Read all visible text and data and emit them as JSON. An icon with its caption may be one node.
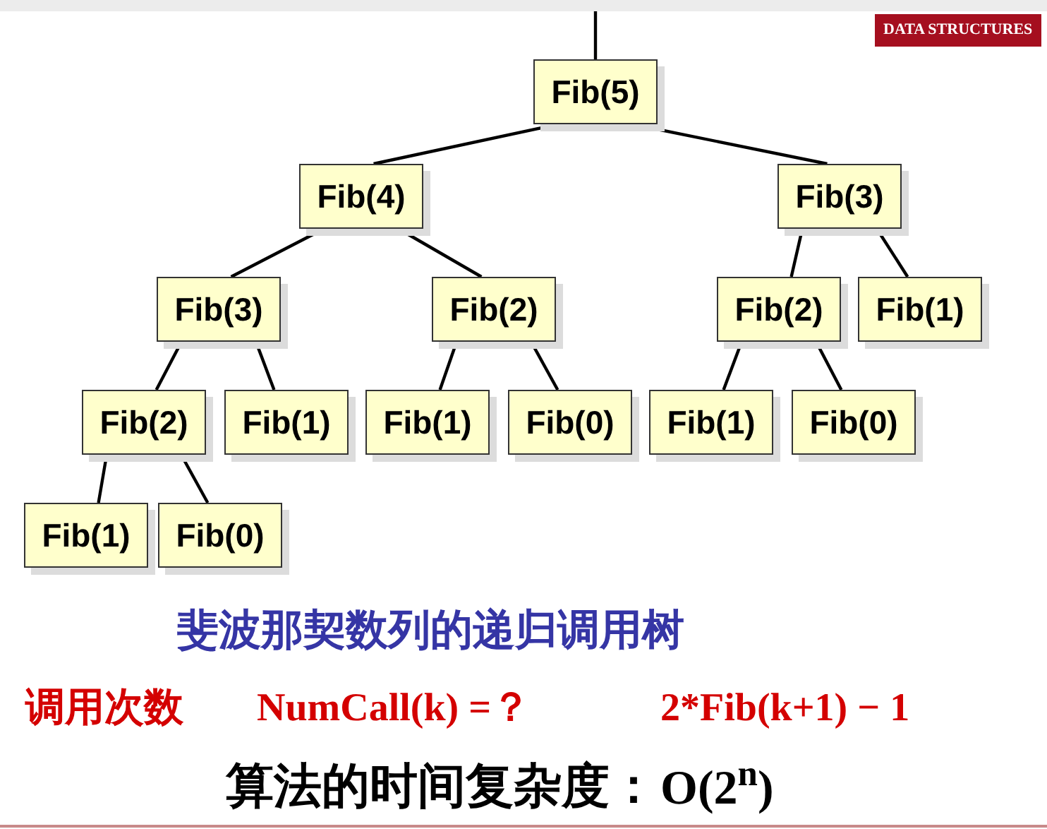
{
  "diagram": {
    "caption": "斐波那契数列的递归调用树",
    "nodes": [
      {
        "text": [
          "Fib(5)"
        ]
      },
      {
        "text": [
          "Fib(4)"
        ]
      },
      {
        "text": [
          "Fib(3)"
        ]
      },
      {
        "text": [
          "Fib(3)"
        ]
      },
      {
        "text": [
          "Fib(2)"
        ]
      },
      {
        "text": [
          "Fib(2)"
        ]
      },
      {
        "text": [
          "Fib(1)"
        ]
      },
      {
        "text": [
          "Fib(2)"
        ]
      },
      {
        "text": [
          "Fib(1)"
        ]
      },
      {
        "text": [
          "Fib(1)"
        ]
      },
      {
        "text": [
          "Fib(0)"
        ]
      },
      {
        "text": [
          "Fib(1)"
        ]
      },
      {
        "text": [
          "Fib(0)"
        ]
      },
      {
        "text": [
          "Fib(1)"
        ]
      },
      {
        "text": [
          "Fib(0)"
        ]
      }
    ],
    "edges": [
      {
        "from": null,
        "to": 0,
        "arrow": "none"
      },
      {
        "from": 0,
        "to": 1,
        "arrow": "none"
      },
      {
        "from": 0,
        "to": 2,
        "arrow": "none"
      },
      {
        "from": 1,
        "to": 3,
        "arrow": "none"
      },
      {
        "from": 1,
        "to": 4,
        "arrow": "none"
      },
      {
        "from": 2,
        "to": 5,
        "arrow": "none"
      },
      {
        "from": 2,
        "to": 6,
        "arrow": "none"
      },
      {
        "from": 3,
        "to": 7,
        "arrow": "none"
      },
      {
        "from": 3,
        "to": 8,
        "arrow": "none"
      },
      {
        "from": 4,
        "to": 9,
        "arrow": "none"
      },
      {
        "from": 4,
        "to": 10,
        "arrow": "none"
      },
      {
        "from": 5,
        "to": 11,
        "arrow": "none"
      },
      {
        "from": 5,
        "to": 12,
        "arrow": "none"
      },
      {
        "from": 7,
        "to": 13,
        "arrow": "none"
      },
      {
        "from": 7,
        "to": 14,
        "arrow": "none"
      }
    ],
    "labels": [
      "DATA STRUCTURES",
      "调用次数",
      "NumCall(k) =？",
      "2*Fib(k+1) − 1",
      "算法的时间复杂度：",
      "O(2$^{n}$)"
    ]
  }
}
